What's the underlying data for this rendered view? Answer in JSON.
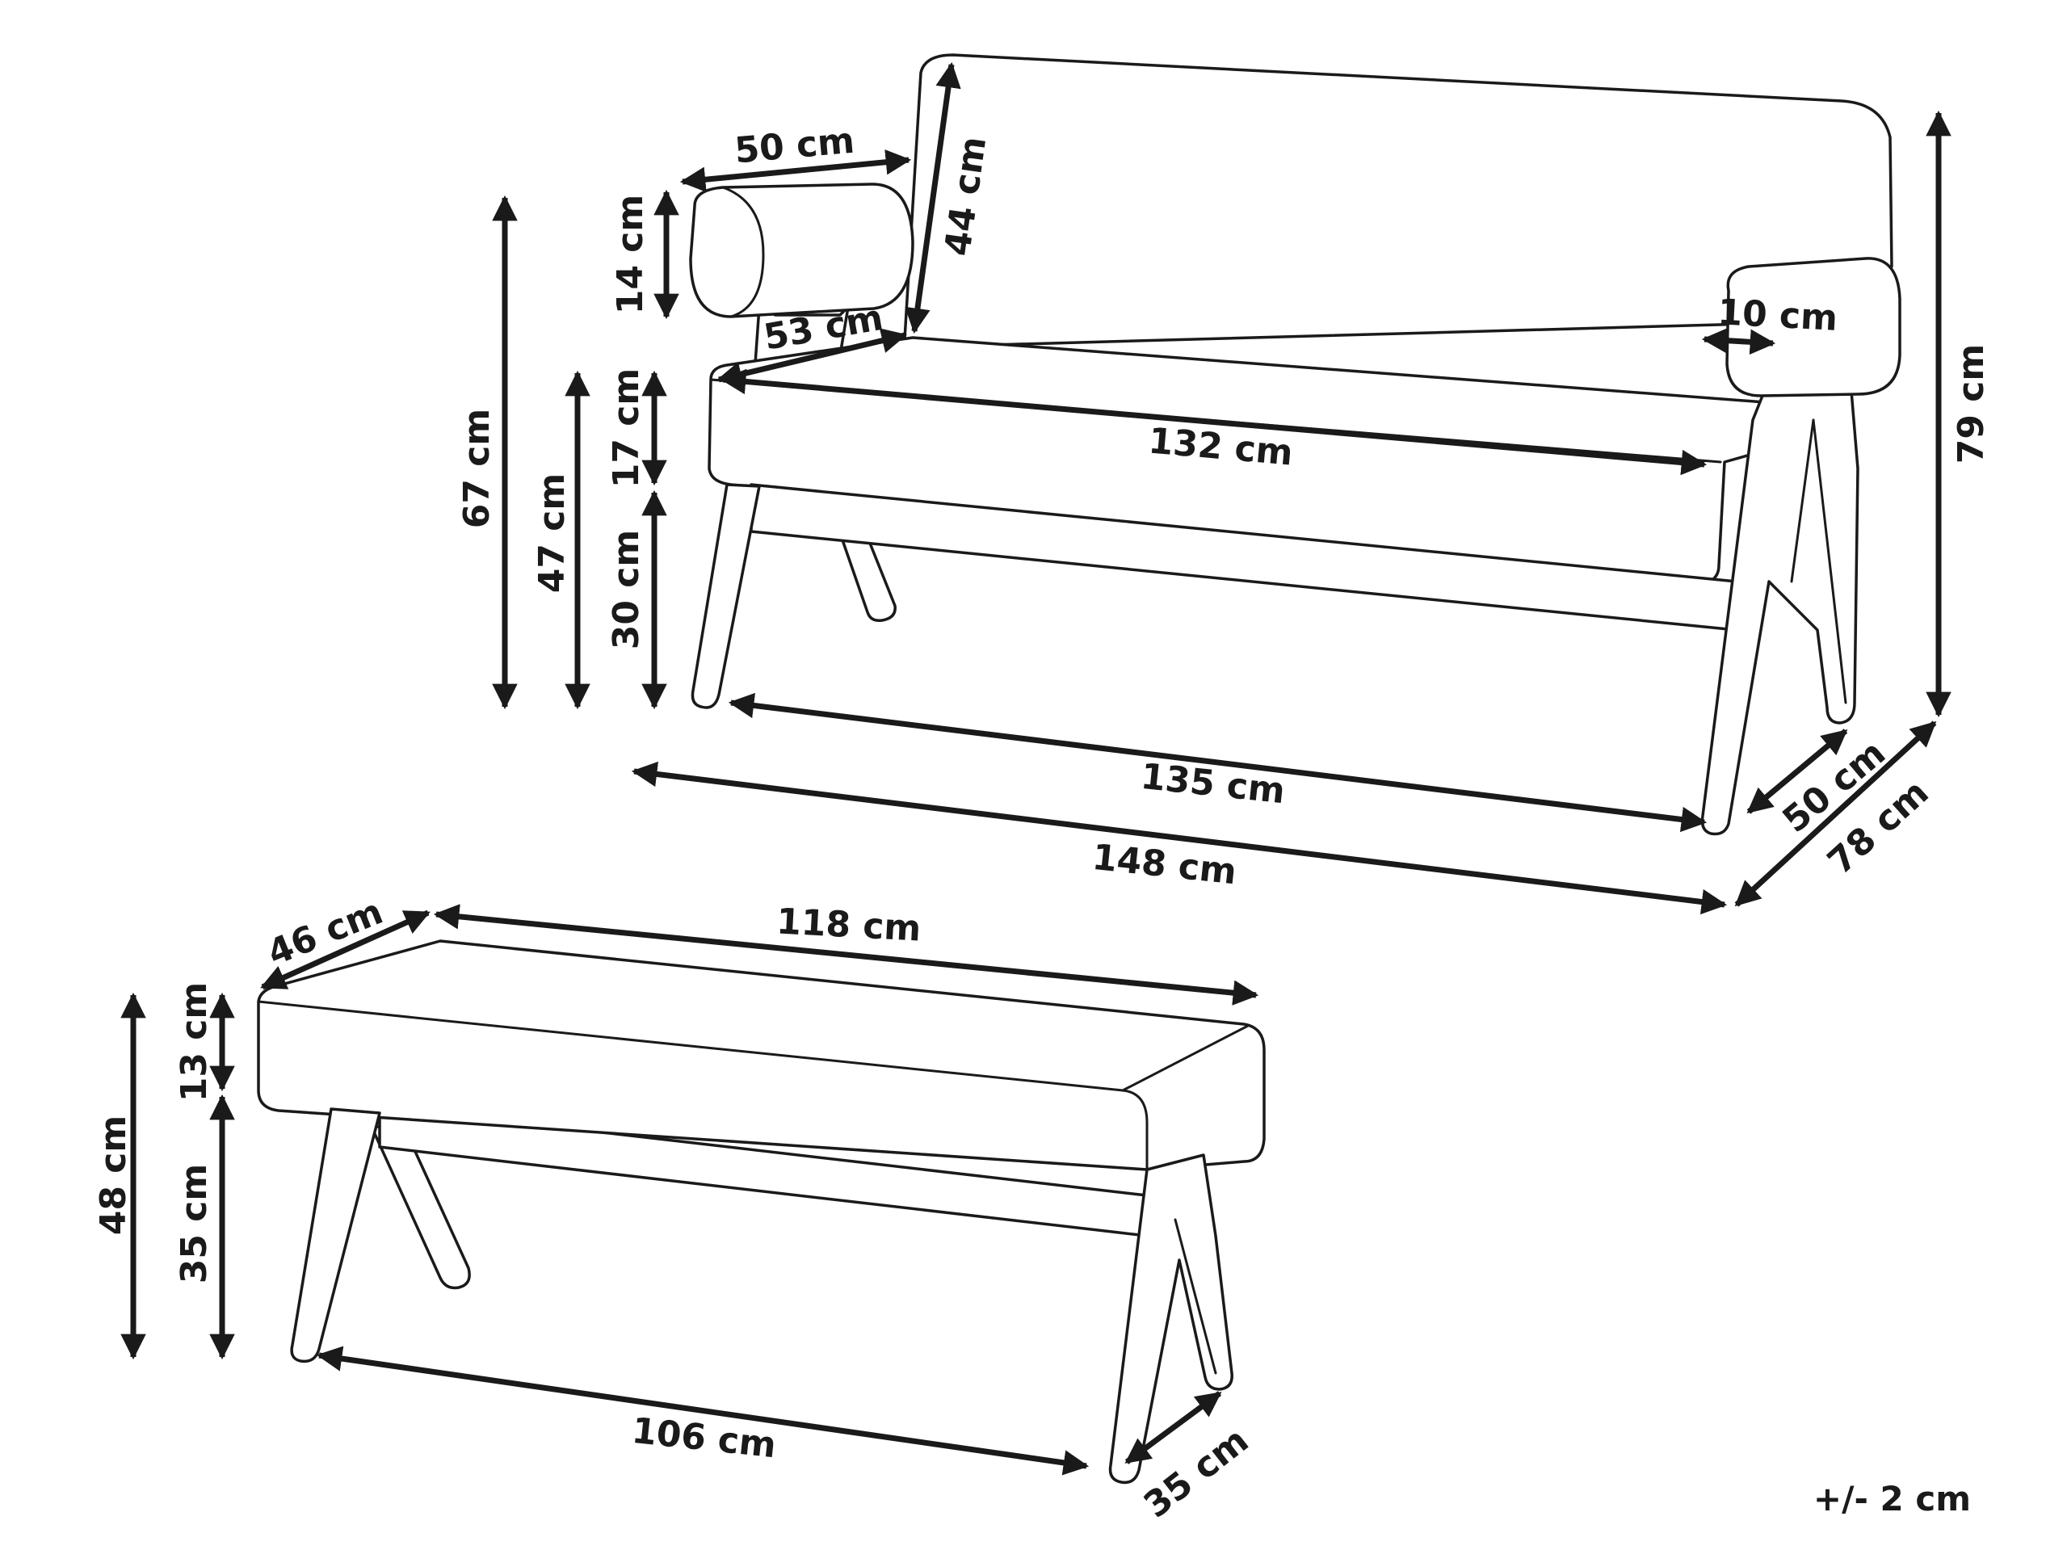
{
  "colors": {
    "ink": "#1a1a1a",
    "background": "#ffffff"
  },
  "sofa": {
    "armrest_width": "50 cm",
    "armrest_height": "14 cm",
    "backrest_height": "44 cm",
    "seat_depth": "53 cm",
    "armrest_thickness": "10 cm",
    "seat_width": "132 cm",
    "overall_seat_height": "67 cm",
    "seat_height": "47 cm",
    "cushion_height": "17 cm",
    "leg_height": "30 cm",
    "total_height": "79 cm",
    "leg_span_width": "135 cm",
    "leg_depth": "50 cm",
    "total_depth": "78 cm",
    "total_width": "148 cm"
  },
  "bench": {
    "depth": "46 cm",
    "width": "118 cm",
    "cushion_height": "13 cm",
    "total_height": "48 cm",
    "leg_height": "35 cm",
    "leg_span_width": "106 cm",
    "leg_depth": "35 cm"
  },
  "tolerance": "+/- 2 cm"
}
